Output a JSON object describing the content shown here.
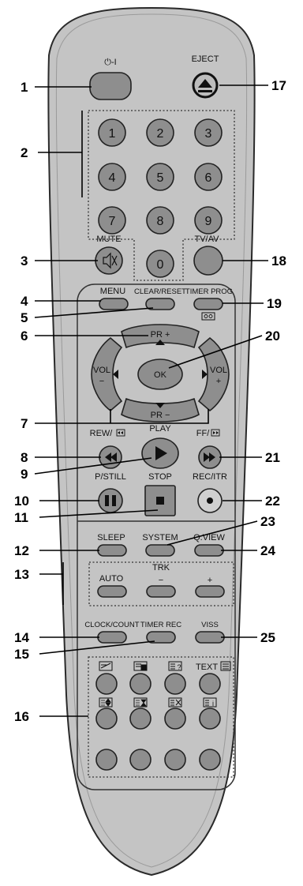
{
  "labels": {
    "power": "⏻-I",
    "eject": "EJECT",
    "mute": "MUTE",
    "tvav": "TV/AV",
    "menu": "MENU",
    "clear_reset": "CLEAR/RESET",
    "timer_prog": "TIMER PROG",
    "pr_plus": "PR +",
    "pr_minus": "PR −",
    "ok": "OK",
    "vol_left": "VOL",
    "vol_right": "VOL",
    "rew": "REW/",
    "play": "PLAY",
    "ff": "FF/",
    "pstill": "P/STILL",
    "stop": "STOP",
    "rec_itr": "REC/ITR",
    "sleep": "SLEEP",
    "system": "SYSTEM",
    "qview": "Q.VIEW",
    "trk": "TRK",
    "auto": "AUTO",
    "trk_minus": "−",
    "trk_plus": "+",
    "clock_count": "CLOCK/COUNT",
    "timer_rec": "TIMER REC",
    "vis": "VISS",
    "text": "TEXT"
  },
  "digits": [
    "1",
    "2",
    "3",
    "4",
    "5",
    "6",
    "7",
    "8",
    "9",
    "0"
  ],
  "callouts": [
    "1",
    "2",
    "3",
    "4",
    "5",
    "6",
    "7",
    "8",
    "9",
    "10",
    "11",
    "12",
    "13",
    "14",
    "15",
    "16",
    "17",
    "18",
    "19",
    "20",
    "21",
    "22",
    "23",
    "24",
    "25"
  ]
}
